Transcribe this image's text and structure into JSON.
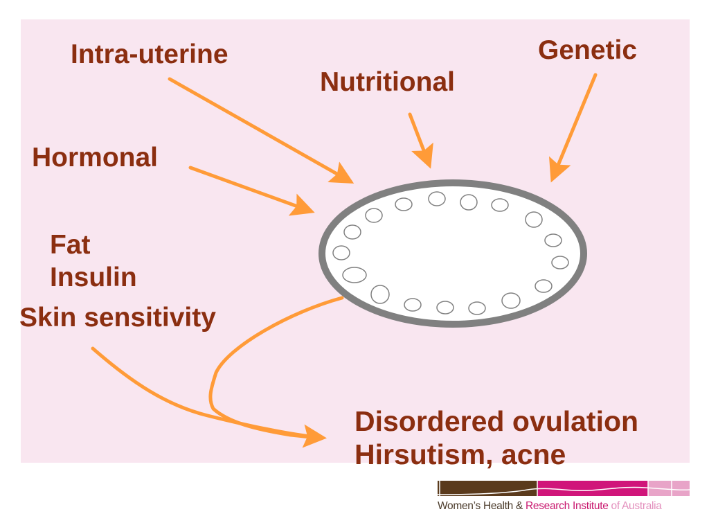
{
  "factors": {
    "intra_uterine": "Intra-uterine",
    "nutritional": "Nutritional",
    "genetic": "Genetic",
    "hormonal": "Hormonal",
    "fat": "Fat",
    "insulin": "Insulin",
    "skin_sensitivity": "Skin sensitivity"
  },
  "outcomes": {
    "line1": "Disordered ovulation",
    "line2": "Hirsutism, acne"
  },
  "logo": {
    "part1": "Women’s Health & ",
    "part2": "Research Institute",
    "part3": " of Australia"
  },
  "colors": {
    "background": "#f9e6f0",
    "label_text": "#8b2e10",
    "arrow": "#ff9b38",
    "ovary_outline": "#808080",
    "logo_brown": "#5a3a1c",
    "logo_magenta": "#d0157a",
    "logo_pink": "#e8a4c8"
  }
}
